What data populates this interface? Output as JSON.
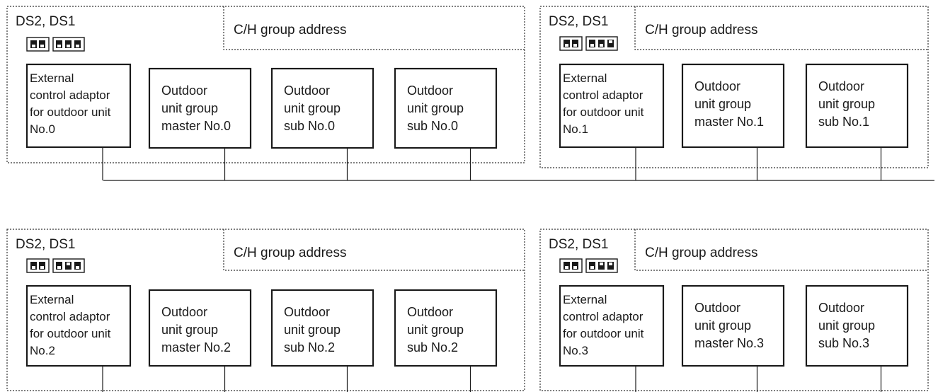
{
  "groups": [
    {
      "ds_label": "DS2, DS1",
      "title": "C/H group address",
      "switch_pattern": [
        "off",
        "off",
        "off",
        "off",
        "off"
      ],
      "units": [
        [
          "External",
          "control adaptor",
          "for outdoor unit",
          "No.0"
        ],
        [
          "Outdoor",
          "unit group",
          "master No.0"
        ],
        [
          "Outdoor",
          "unit group",
          "sub No.0"
        ],
        [
          "Outdoor",
          "unit group",
          "sub No.0"
        ]
      ]
    },
    {
      "ds_label": "DS2, DS1",
      "title": "C/H group address",
      "switch_pattern": [
        "off",
        "off",
        "off",
        "off",
        "on"
      ],
      "units": [
        [
          "External",
          "control adaptor",
          "for outdoor unit",
          "No.1"
        ],
        [
          "Outdoor",
          "unit group",
          "master No.1"
        ],
        [
          "Outdoor",
          "unit group",
          "sub No.1"
        ]
      ]
    },
    {
      "ds_label": "DS2, DS1",
      "title": "C/H group address",
      "switch_pattern": [
        "off",
        "off",
        "off",
        "on",
        "off"
      ],
      "units": [
        [
          "External",
          "control adaptor",
          "for outdoor unit",
          "No.2"
        ],
        [
          "Outdoor",
          "unit group",
          "master No.2"
        ],
        [
          "Outdoor",
          "unit group",
          "sub No.2"
        ],
        [
          "Outdoor",
          "unit group",
          "sub No.2"
        ]
      ]
    },
    {
      "ds_label": "DS2, DS1",
      "title": "C/H group address",
      "switch_pattern": [
        "off",
        "off",
        "off",
        "on",
        "on"
      ],
      "units": [
        [
          "External",
          "control adaptor",
          "for outdoor unit",
          "No.3"
        ],
        [
          "Outdoor",
          "unit group",
          "master No.3"
        ],
        [
          "Outdoor",
          "unit group",
          "sub No.3"
        ]
      ]
    }
  ]
}
